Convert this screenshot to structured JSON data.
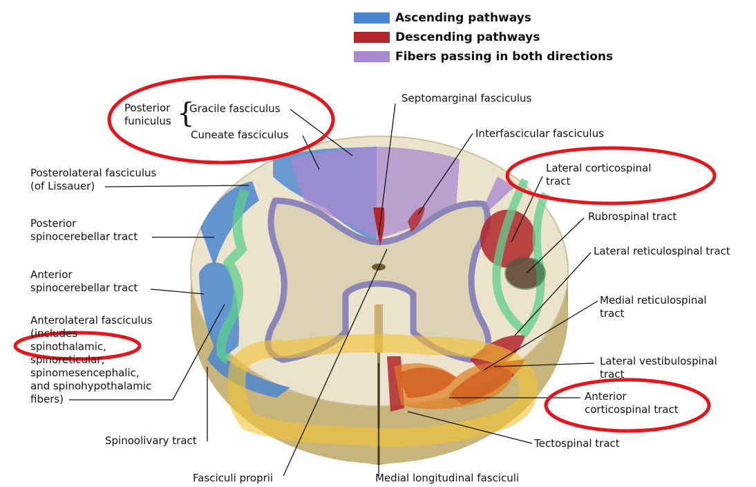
{
  "legend": {
    "items": [
      {
        "label": "Ascending pathways",
        "color": "#4a86cf"
      },
      {
        "label": "Descending pathways",
        "color": "#b3262a"
      },
      {
        "label": "Fibers passing in both directions",
        "color": "#a98ad0"
      }
    ]
  },
  "labels": {
    "posterior_funiculus": "Posterior\nfuniculus",
    "gracile": "Gracile fasciculus",
    "cuneate": "Cuneate fasciculus",
    "septomarginal": "Septomarginal fasciculus",
    "interfascicular": "Interfascicular fasciculus",
    "lateral_corticospinal": "Lateral corticospinal\ntract",
    "posterolateral": "Posterolateral fasciculus\n(of Lissauer)",
    "posterior_spinocerebellar": "Posterior\nspinocerebellar tract",
    "rubrospinal": "Rubrospinal tract",
    "lateral_reticulospinal": "Lateral reticulospinal tract",
    "anterior_spinocerebellar": "Anterior\nspinocerebellar tract",
    "medial_reticulospinal": "Medial reticulospinal\ntract",
    "anterolateral": "Anterolateral fasciculus\n(includes\nspinothalamic,\nspinoreticular,\nspinomesencephalic,\nand spinohypothalamic\nfibers)",
    "lateral_vestibulospinal": "Lateral vestibulospinal\ntract",
    "anterior_corticospinal": "Anterior\ncorticospinal tract",
    "spinoolivary": "Spinoolivary tract",
    "tectospinal": "Tectospinal tract",
    "fasciculi_proprii": "Fasciculi proprii",
    "medial_longitudinal": "Medial longitudinal fasciculi"
  },
  "colors": {
    "ascending": "#4a86cf",
    "descending": "#b3262a",
    "both": "#a98ad0",
    "annotation_red": "#e8141c",
    "annotation_green": "#5fcf8e",
    "annotation_yellow": "#f2c230",
    "annotation_orange": "#e07a1e",
    "white_matter": "#ebe3cc",
    "gray_matter": "#ddd2b4",
    "gray_outline": "#8c86b8",
    "cord_side": "#b7a46a"
  }
}
